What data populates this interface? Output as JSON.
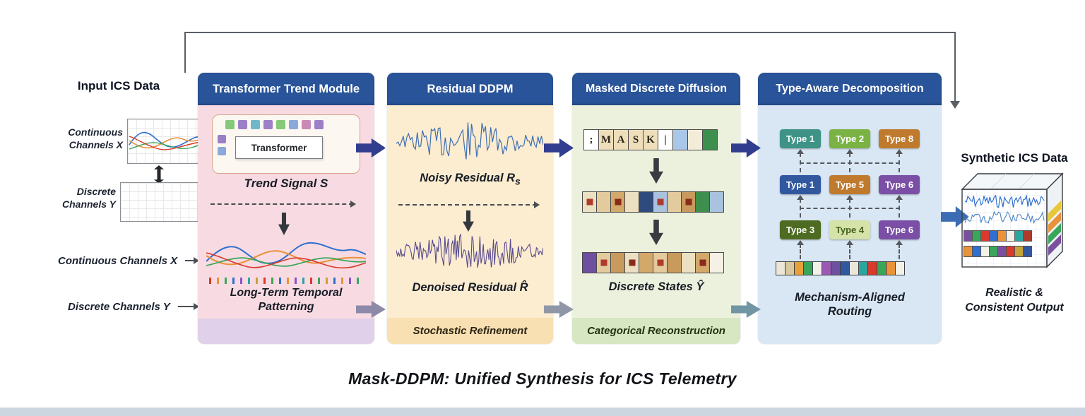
{
  "colors": {
    "header_blue": "#2a5499",
    "arrow_navy": "#313d8e"
  },
  "caption": "Mask-DDPM: Unified Synthesis for ICS Telemetry",
  "input": {
    "title": "Input ICS Data",
    "continuous_line1": "Continuous",
    "continuous_line2": "Channels X",
    "discrete_line1": "Discrete",
    "discrete_line2": "Channels Y",
    "arrow_continuous": "Continuous Channels X",
    "arrow_discrete": "Discrete Channels Y",
    "discrete_thumb_cells": [
      "#3aa65a",
      "#d93a2b",
      "#2f6fd0",
      "#8a52c7",
      "#2aa6a0",
      "#c7a23a",
      "#3aa65a",
      "#d93a2b",
      "#2f6fd0"
    ]
  },
  "module1": {
    "title": "Transformer Trend Module",
    "transformer_label": "Transformer",
    "tokens_top": [
      "#86c97a",
      "#9b7fc7",
      "#6fb8c9",
      "#9b7fc7",
      "#86c97a",
      "#8aa8d9",
      "#c98ab8",
      "#9b7fc7"
    ],
    "tokens_side": [
      "#9b7fc7",
      "#8aa8d9"
    ],
    "caption_trend": "Trend Signal S",
    "tick_colors": [
      "#d93a2b",
      "#e8923a",
      "#3aa65a",
      "#2f6fd0",
      "#8a52c7",
      "#2aa6a0",
      "#c7a23a",
      "#d93a2b",
      "#3aa65a",
      "#2f6fd0",
      "#e8923a",
      "#8a52c7",
      "#2aa6a0",
      "#d93a2b",
      "#3aa65a",
      "#c7a23a",
      "#2f6fd0",
      "#e8923a",
      "#8a52c7",
      "#3aa65a"
    ],
    "caption_bottom_line1": "Long-Term Temporal",
    "caption_bottom_line2": "Patterning"
  },
  "module2": {
    "title": "Residual DDPM",
    "caption_noisy": "Noisy Residual R",
    "caption_noisy_sub": "s",
    "caption_denoised": "Denoised Residual R̂",
    "footer": "Stochastic Refinement"
  },
  "module3": {
    "title": "Masked Discrete Diffusion",
    "row1": [
      {
        "t": ";",
        "bg": "#ffffff"
      },
      {
        "t": "M",
        "bg": "#eedfba"
      },
      {
        "t": "A",
        "bg": "#eedfba"
      },
      {
        "t": "S",
        "bg": "#eedfba"
      },
      {
        "t": "K",
        "bg": "#eedfba"
      },
      {
        "t": "|",
        "bg": "#ffffff"
      },
      {
        "bg": "#a9c7e8"
      },
      {
        "bg": "#f3ecd9"
      },
      {
        "bg": "#3e8f4e"
      }
    ],
    "row2": [
      {
        "bg": "#ece0c2",
        "dot": "#b03a2a"
      },
      {
        "bg": "#e3cb9d"
      },
      {
        "bg": "#d2a86b",
        "dot": "#8a2a1a"
      },
      {
        "bg": "#ece0c2"
      },
      {
        "bg": "#2f4a7c"
      },
      {
        "bg": "#a9c2df",
        "dot": "#b03a2a"
      },
      {
        "bg": "#e3cb9d"
      },
      {
        "bg": "#c89a5e",
        "dot": "#8a2a1a"
      },
      {
        "bg": "#3e8f4e"
      },
      {
        "bg": "#a9c2df"
      }
    ],
    "row3": [
      {
        "bg": "#6f4fa0"
      },
      {
        "bg": "#e3cb9d",
        "dot": "#b03a2a"
      },
      {
        "bg": "#c89a5e"
      },
      {
        "bg": "#ece0c2",
        "dot": "#8a2a1a"
      },
      {
        "bg": "#d2a86b"
      },
      {
        "bg": "#e3cb9d",
        "dot": "#b03a2a"
      },
      {
        "bg": "#c89a5e"
      },
      {
        "bg": "#ece0c2"
      },
      {
        "bg": "#d2a86b",
        "dot": "#8a2a1a"
      },
      {
        "bg": "#f5f1e6"
      }
    ],
    "caption_states": "Discrete States Ŷ",
    "footer": "Categorical Reconstruction"
  },
  "module4": {
    "title": "Type-Aware Decomposition",
    "badges": [
      [
        {
          "label": "Type 1",
          "bg": "#3e9386"
        },
        {
          "label": "Type 2",
          "bg": "#7ab344"
        },
        {
          "label": "Type 8",
          "bg": "#c07a2e"
        }
      ],
      [
        {
          "label": "Type 1",
          "bg": "#31589f"
        },
        {
          "label": "Type 5",
          "bg": "#c07a2e"
        },
        {
          "label": "Type 6",
          "bg": "#7a4fa5"
        }
      ],
      [
        {
          "label": "Type 3",
          "bg": "#4e6b22"
        },
        {
          "label": "Type 4",
          "bg": "#d5e2a8",
          "fg": "#44601c"
        },
        {
          "label": "Type 6",
          "bg": "#7a4fa5"
        }
      ]
    ],
    "strip": [
      "#ece6d8",
      "#d8c89c",
      "#e8a03a",
      "#3aa65a",
      "#f3f1e8",
      "#9b59b6",
      "#6f4fa0",
      "#31589f",
      "#ece6d8",
      "#2aa6a0",
      "#d93a2b",
      "#3aa65a",
      "#e8923a",
      "#f3f1e8"
    ],
    "caption_line1": "Mechanism-Aligned",
    "caption_line2": "Routing"
  },
  "output": {
    "title": "Synthetic ICS Data",
    "caption_line1": "Realistic &",
    "caption_line2": "Consistent Output",
    "front_row1": [
      "#7a4fa0",
      "#3aa65a",
      "#d93a2b",
      "#2f6fd0",
      "#e8923a",
      "#f3f1e8",
      "#2aa6a0",
      "#b03a2a"
    ],
    "front_row2": [
      "#e8923a",
      "#2f6fd0",
      "#f3f1e8",
      "#3aa65a",
      "#7a4fa0",
      "#d93a2b",
      "#c7a23a",
      "#31589f"
    ]
  }
}
